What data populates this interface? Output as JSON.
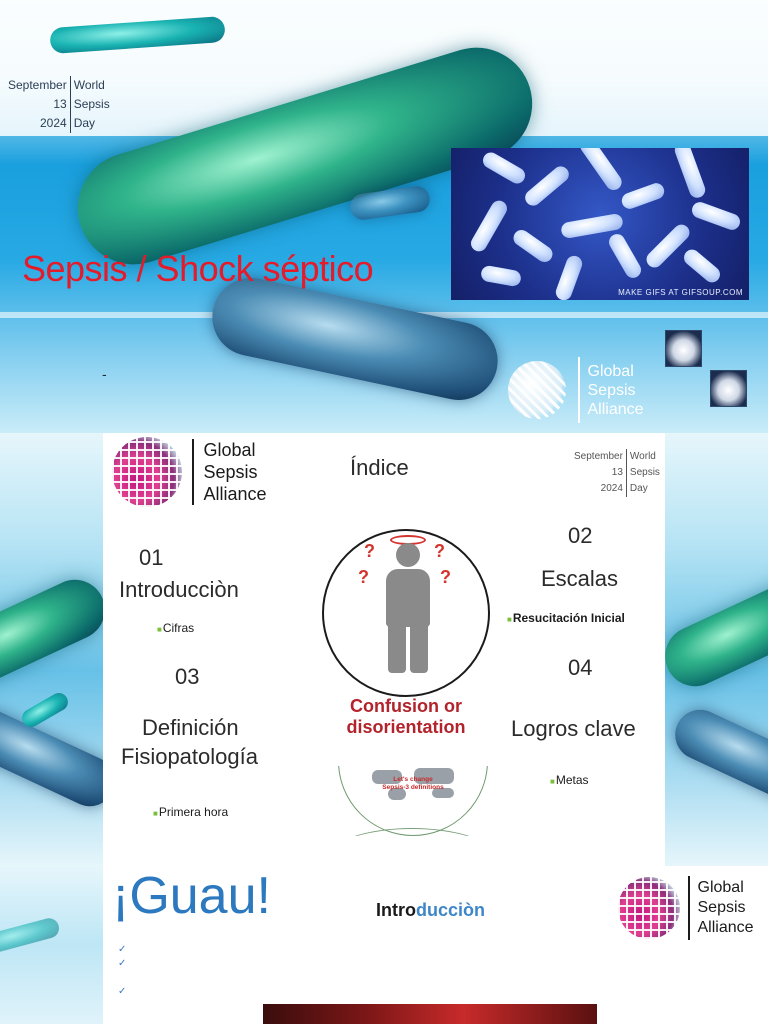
{
  "slide1": {
    "date": {
      "month": "September",
      "day": "13",
      "year": "2024",
      "w1": "World",
      "w2": "Sepsis",
      "w3": "Day"
    },
    "title": "Sepsis / Shock séptico",
    "dash": "-",
    "gif_caption": "MAKE GIFS AT GIFSOUP.COM",
    "logo": {
      "line1": "Global",
      "line2": "Sepsis",
      "line3": "Alliance"
    }
  },
  "slide2": {
    "logo": {
      "line1": "Global",
      "line2": "Sepsis",
      "line3": "Alliance"
    },
    "heading": "Índice",
    "date": {
      "month": "September",
      "day": "13",
      "year": "2024",
      "w1": "World",
      "w2": "Sepsis",
      "w3": "Day"
    },
    "s01": {
      "num": "01",
      "title": "Introducciòn",
      "bullet": "Cifras"
    },
    "s02": {
      "num": "02",
      "title": "Escalas",
      "bullet": "Resucitación Inicial"
    },
    "s03": {
      "num": "03",
      "title1": "Definición",
      "title2": "Fisiopatología",
      "bullet": "Primera hora"
    },
    "s04": {
      "num": "04",
      "title": "Logros clave",
      "bullet": "Metas"
    },
    "confusion": {
      "line1": "Confusion or",
      "line2": "disorientation"
    },
    "map_label": {
      "line1": "Let's change",
      "line2": "Sepsis-3 definitions"
    }
  },
  "slide3": {
    "guau": "¡Guau!",
    "intro_a": "Intro",
    "intro_b": "ducciòn",
    "logo": {
      "line1": "Global",
      "line2": "Sepsis",
      "line3": "Alliance"
    },
    "check": "✓"
  }
}
